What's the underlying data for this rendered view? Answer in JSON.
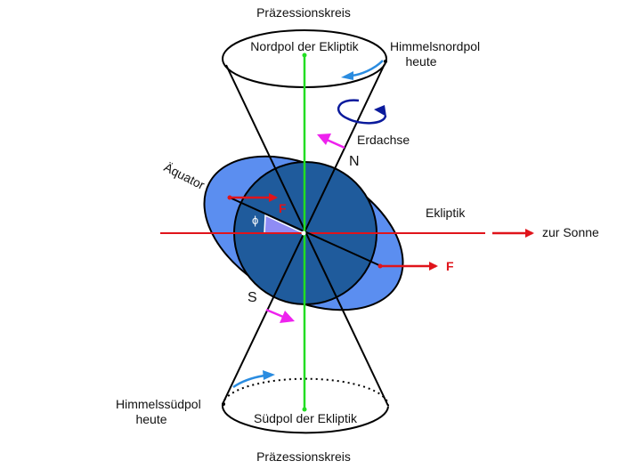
{
  "labels": {
    "precession_top": "Präzessionskreis",
    "precession_bottom": "Präzessionskreis",
    "north_ecliptic_pole": "Nordpol der Ekliptik",
    "south_ecliptic_pole": "Südpol der Ekliptik",
    "celestial_north_pole": "Himmelsnordpol",
    "celestial_north_pole_2": "heute",
    "celestial_south_pole": "Himmelssüdpol",
    "celestial_south_pole_2": "heute",
    "earth_axis": "Erdachse",
    "north": "N",
    "south": "S",
    "equator": "Äquator",
    "ecliptic": "Ekliptik",
    "to_sun": "zur Sonne",
    "force_1": "F",
    "force_2": "F",
    "angle": "ϕ"
  },
  "colors": {
    "earth_dark": "#1f5b9c",
    "earth_light": "#5b8ef0",
    "ecliptic_axis": "#22dd22",
    "force": "#e0141b",
    "torque_arrow": "#ee22ee",
    "precession_arrow": "#2a8ce0",
    "rotation_arrow": "#0a1a9c"
  }
}
